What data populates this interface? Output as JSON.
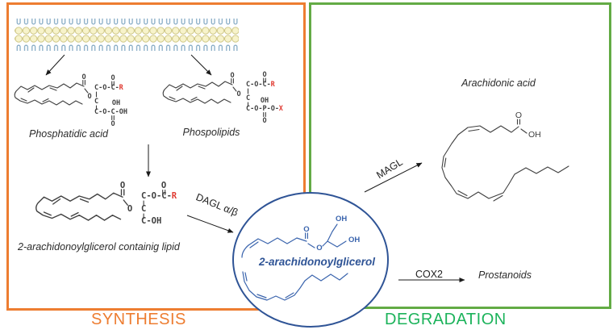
{
  "colors": {
    "synthesis_accent": "#ED7D31",
    "degradation_box_green": "#63AB45",
    "degradation_text_green": "#1CB35B",
    "circle_blue": "#2F5496",
    "structure_blue": "#3A64AD",
    "structure_black": "#3F3F3F",
    "hetero_atom_red": "#E03A31",
    "membrane_head_yellow": "#F7F3CB",
    "membrane_tail_blue": "#7FA6C2"
  },
  "synthesis": {
    "title": "SYNTHESIS",
    "phosphatidic_acid_label": "Phosphatidic acid",
    "phospholipids_label": "Phospolipids",
    "dag_lipid_label": "2-arachidonoylglicerol containig lipid",
    "dagl_enzyme": "DAGL α/β"
  },
  "degradation": {
    "title": "DEGRADATION",
    "arachidonic_acid_label": "Arachidonic acid",
    "magl_enzyme": "MAGL",
    "cox2_enzyme": "COX2",
    "prostanoids_label": "Prostanoids"
  },
  "center_molecule": {
    "label": "2-arachidonoylglicerol"
  },
  "formula": {
    "o": "O",
    "oh": "OH",
    "r": "R",
    "x": "X",
    "c": "C",
    "glycerol_top_row": "C-O-C-",
    "pa_bottom_row": "C-O-C-OH",
    "pl_bottom_row": "C-O-P-O-",
    "monoacyl_bottom_row": "C-OH"
  }
}
